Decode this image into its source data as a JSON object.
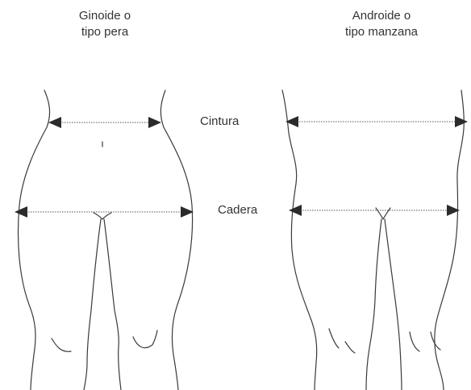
{
  "figures": {
    "left": {
      "title_line1": "Ginoide o",
      "title_line2": "tipo pera"
    },
    "right": {
      "title_line1": "Androide o",
      "title_line2": "tipo manzana"
    }
  },
  "measurements": {
    "waist_label": "Cintura",
    "hip_label": "Cadera"
  },
  "colors": {
    "outline": "#3a3a3a",
    "arrow": "#2b2b2b",
    "text": "#333333"
  }
}
